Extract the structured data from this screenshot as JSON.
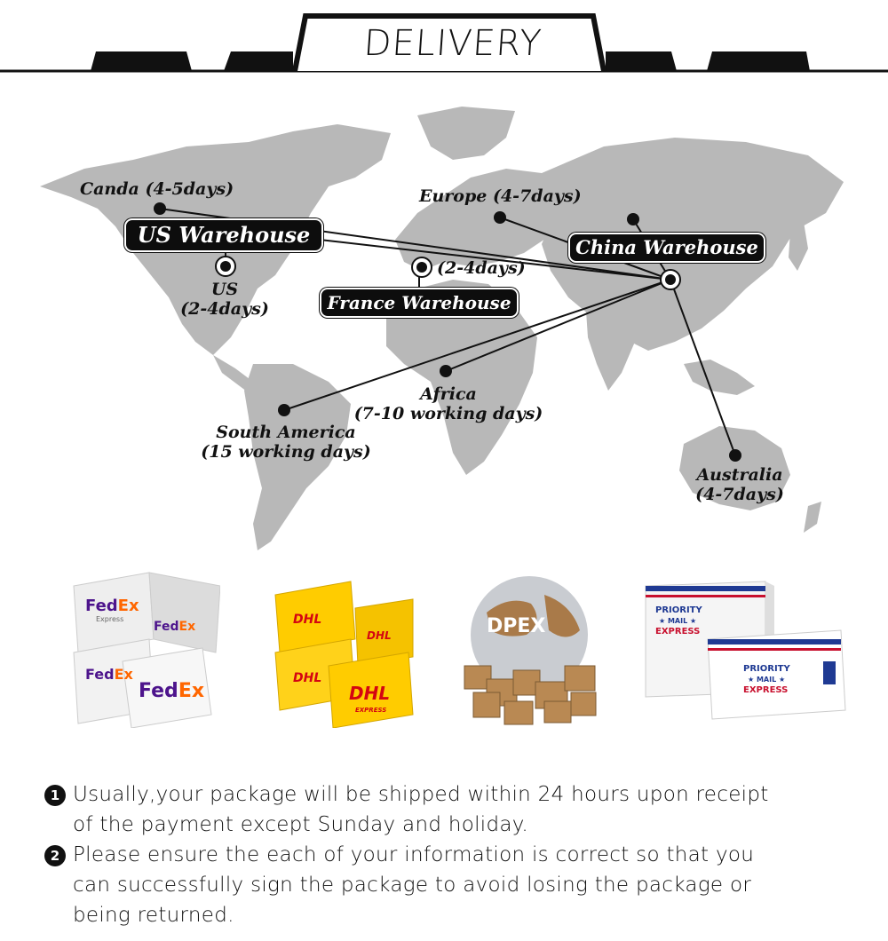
{
  "header": {
    "title": "DELIVERY"
  },
  "map": {
    "warehouses": {
      "us": "US Warehouse",
      "france": "France Warehouse",
      "china": "China Warehouse"
    },
    "destinations": {
      "canada": "Canda (4-5days)",
      "us_line1": "US",
      "us_line2": "(2-4days)",
      "france": "(2-4days)",
      "europe": "Europe (4-7days)",
      "africa_line1": "Africa",
      "africa_line2": "(7-10 working days)",
      "south_america_line1": "South America",
      "south_america_line2": "(15 working days)",
      "australia_line1": "Australia",
      "australia_line2": "(4-7days)"
    }
  },
  "carriers": {
    "fedex": {
      "brand": "FedEx",
      "sub": "Express",
      "color_purple": "#4d148c",
      "color_orange": "#ff6600"
    },
    "dhl": {
      "brand": "DHL",
      "sub": "EXPRESS",
      "color_yellow": "#ffcc00",
      "color_red": "#d40511"
    },
    "dpex": {
      "brand": "DPEX"
    },
    "usps": {
      "line1": "PRIORITY",
      "line2": "★ MAIL ★",
      "line3": "EXPRESS",
      "color_blue": "#1f3a93",
      "color_red": "#c8102e"
    }
  },
  "notes": [
    {
      "num": "1",
      "text_line1": "Usually,your package will be shipped within 24 hours upon receipt",
      "text_line2": "of the payment except Sunday and holiday."
    },
    {
      "num": "2",
      "text_line1": "Please ensure the each of your information is correct so that you",
      "text_line2": "can successfully sign the package to avoid losing the package or",
      "text_line3": "being returned."
    }
  ]
}
